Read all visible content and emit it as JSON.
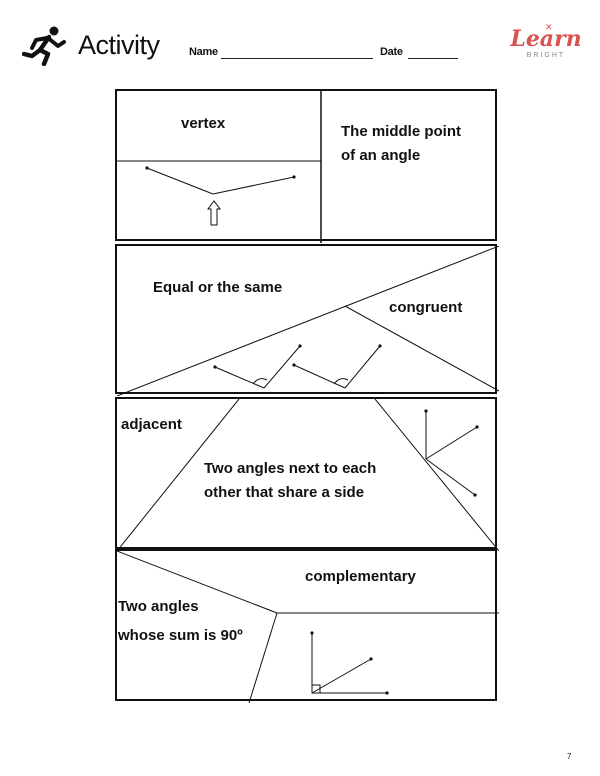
{
  "header": {
    "activity_title": "Activity",
    "name_label": "Name",
    "date_label": "Date"
  },
  "logo": {
    "main": "Learn",
    "sub": "BRIGHT",
    "accent_color": "#d9534f"
  },
  "cards": [
    {
      "term": "vertex",
      "definition": "The middle point of an angle"
    },
    {
      "term": "congruent",
      "definition": "Equal or the same"
    },
    {
      "term": "adjacent",
      "definition": "Two angles next to each other that share a side"
    },
    {
      "term": "complementary",
      "definition_line1": "Two angles",
      "definition_line2": "whose sum is 90º"
    }
  ],
  "page_number": "7"
}
